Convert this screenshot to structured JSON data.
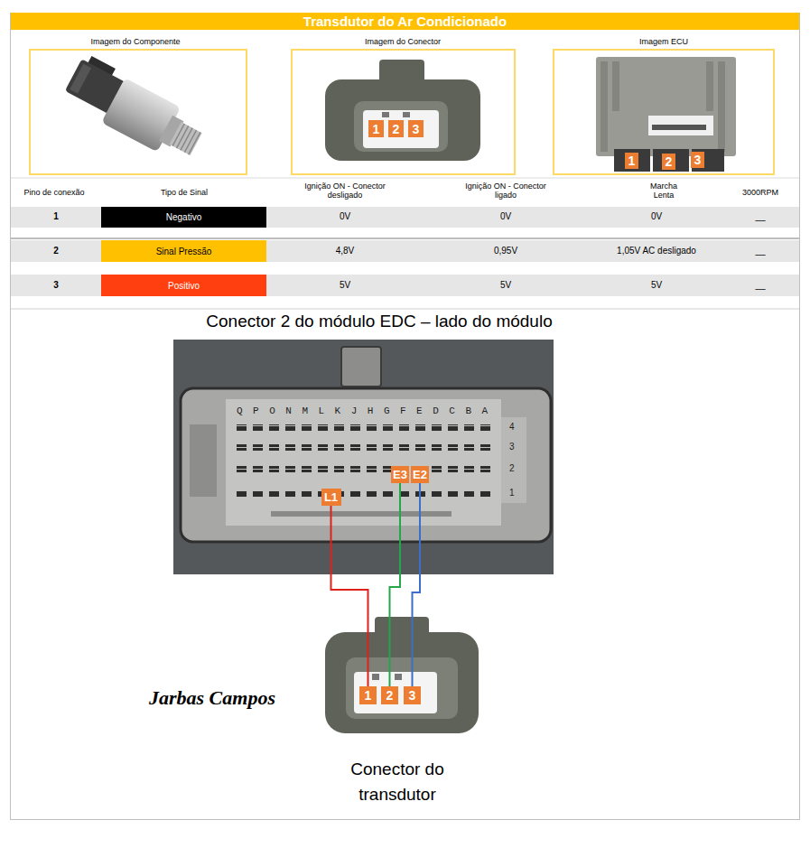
{
  "diagram": {
    "title": "Transdutor do Ar Condicionado",
    "nodes": [
      {
        "text": [
          "1"
        ]
      },
      {
        "text": [
          "2"
        ]
      },
      {
        "text": [
          "3"
        ]
      },
      {
        "text": [
          "1"
        ]
      },
      {
        "text": [
          "2"
        ]
      },
      {
        "text": [
          "3"
        ]
      },
      {
        "text": [
          "Negativo"
        ]
      },
      {
        "text": [
          "Sinal Pressão"
        ]
      },
      {
        "text": [
          "Positivo"
        ]
      },
      {
        "text": [
          "E3"
        ]
      },
      {
        "text": [
          "E2"
        ]
      },
      {
        "text": [
          "L1"
        ]
      },
      {
        "text": [
          "1"
        ]
      },
      {
        "text": [
          "2"
        ]
      },
      {
        "text": [
          "3"
        ]
      }
    ],
    "edges": [
      {
        "from": 11,
        "to": 12,
        "arrow": "none"
      },
      {
        "from": 9,
        "to": 13,
        "arrow": "none"
      },
      {
        "from": 10,
        "to": 14,
        "arrow": "none"
      }
    ],
    "labels": [
      "Imagem do Componente",
      "Imagem do Conector",
      "Imagem ECU",
      "Pino de conexão",
      "Tipo de Sinal",
      "Ignição ON - Conector desligado",
      "Ignição ON - Conector ligado",
      "Marcha Lenta",
      "3000RPM",
      "1",
      "0V",
      "0V",
      "0V",
      "__",
      "2",
      "4,8V",
      "0,95V",
      "1,05V AC desligado",
      "__",
      "3",
      "5V",
      "5V",
      "5V",
      "__",
      "Conector 2 do módulo EDC – lado do módulo",
      "Q P O N M L K J H G F E D C B A",
      "4",
      "3",
      "2",
      "1",
      "Jarbas Campos",
      "Conector do transdutor"
    ]
  }
}
